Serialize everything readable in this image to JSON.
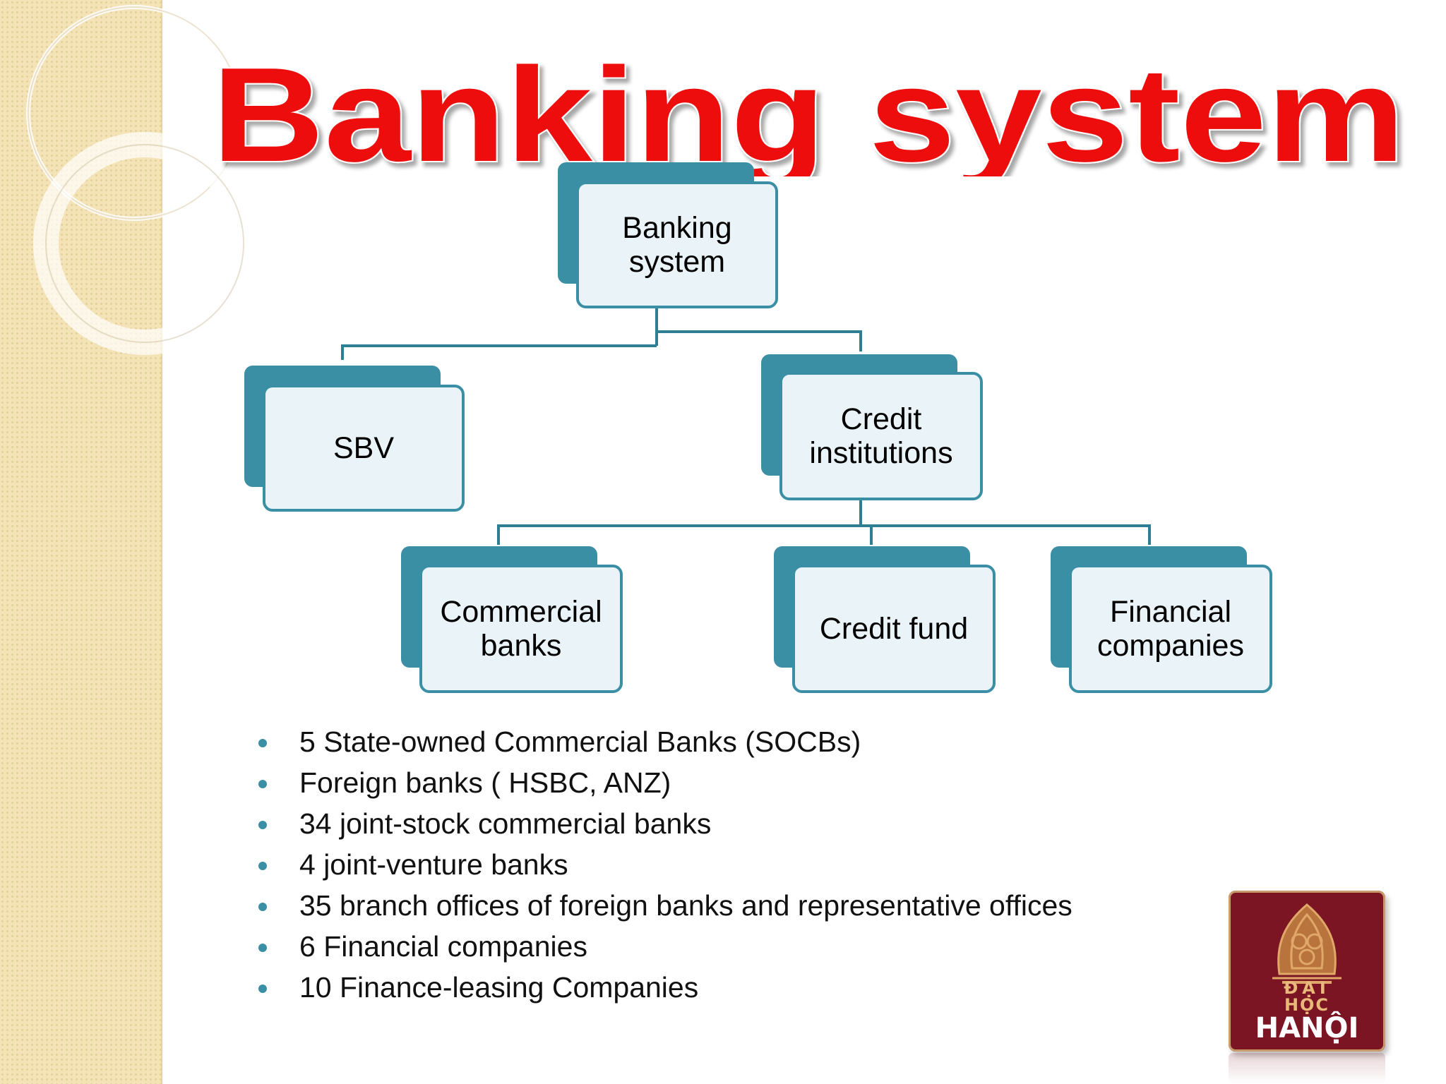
{
  "title": "Banking system",
  "colors": {
    "title_red": "#ee1111",
    "box_teal": "#3a8fa4",
    "box_fill": "#eaf3f8",
    "logo_maroon": "#7b1423",
    "left_band": "#f3e3b6"
  },
  "org_chart": {
    "root": {
      "line1": "Banking",
      "line2": "system"
    },
    "level2": {
      "sbv": "SBV",
      "credit": {
        "line1": "Credit",
        "line2": "institutions"
      }
    },
    "level3": {
      "commercial": {
        "line1": "Commercial",
        "line2": "banks"
      },
      "credit_fund": "Credit fund",
      "financial": {
        "line1": "Financial",
        "line2": "companies"
      }
    }
  },
  "bullets": [
    "5 State-owned Commercial Banks (SOCBs)",
    "Foreign banks ( HSBC, ANZ)",
    "34 joint-stock commercial banks",
    "4 joint-venture banks",
    "35 branch offices of foreign banks and representative offices",
    "6 Financial companies",
    "10 Finance-leasing Companies"
  ],
  "logo": {
    "line1": "ĐẠI",
    "line2": "HỌC",
    "line3": "HANỘI"
  }
}
